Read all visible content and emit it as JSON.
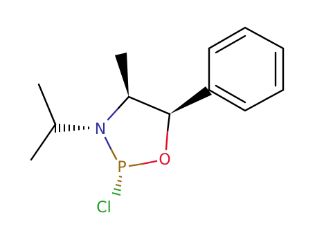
{
  "molecule": {
    "atoms": {
      "nitrogen": {
        "label": "N",
        "color": "#3030a0"
      },
      "phosphorus": {
        "label": "P",
        "color": "#9a6a10"
      },
      "oxygen": {
        "label": "O",
        "color": "#e0102a"
      },
      "chlorine": {
        "label": "Cl",
        "color": "#20a020"
      }
    },
    "bond_color": "#000000",
    "background": "#ffffff"
  }
}
